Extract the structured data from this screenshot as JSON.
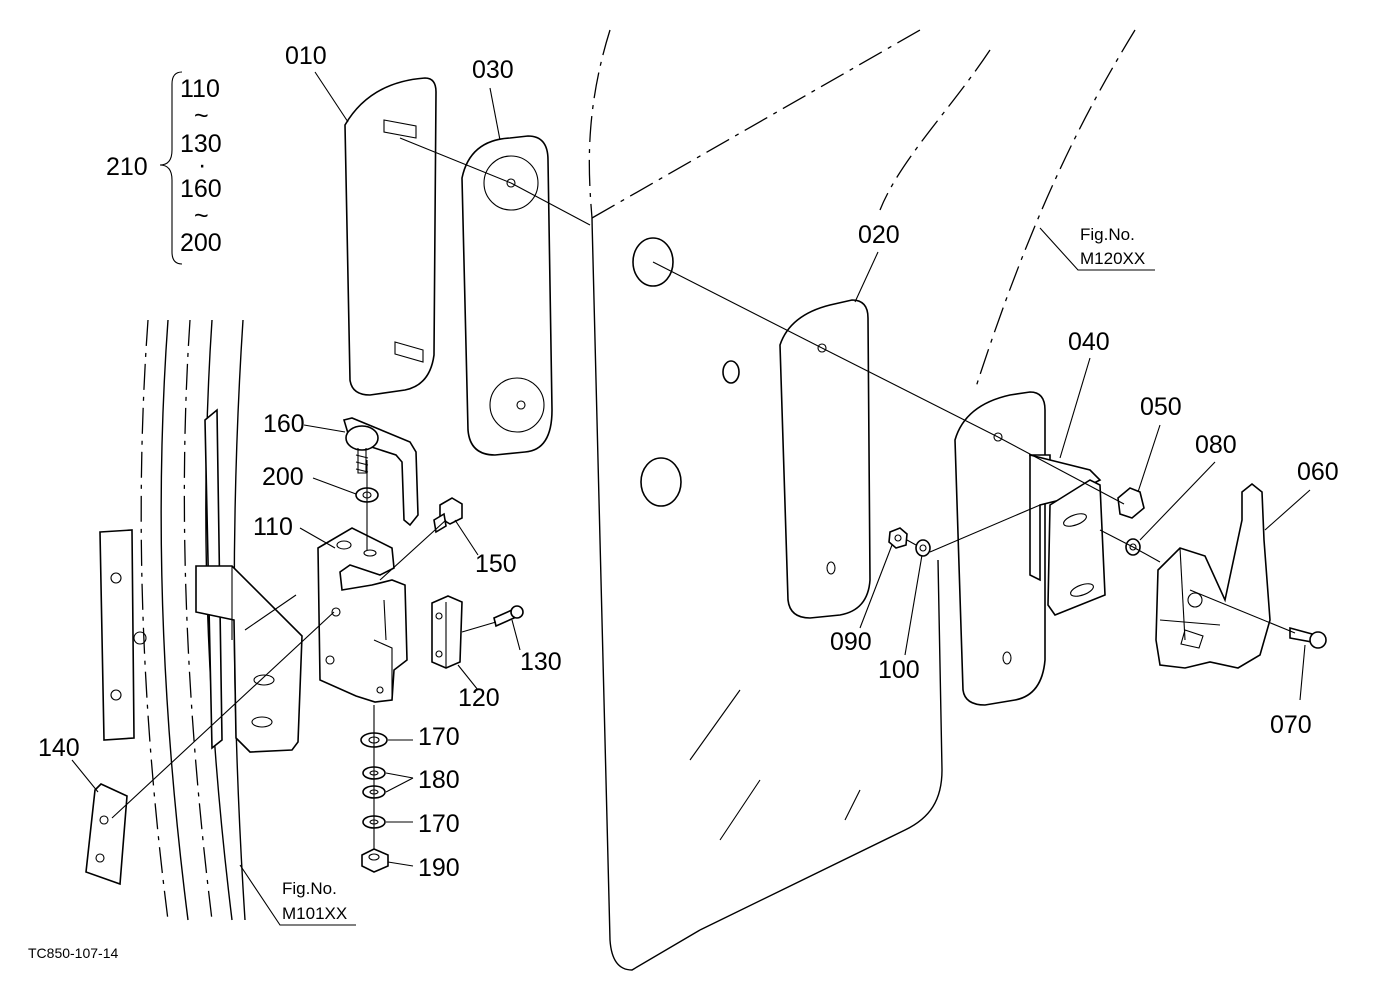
{
  "labels": {
    "p010": "010",
    "p020": "020",
    "p030": "030",
    "p040": "040",
    "p050": "050",
    "p060": "060",
    "p070": "070",
    "p080": "080",
    "p090": "090",
    "p100": "100",
    "p110": "110",
    "p120": "120",
    "p130": "130",
    "p140": "140",
    "p150": "150",
    "p160": "160",
    "p170a": "170",
    "p170b": "170",
    "p180": "180",
    "p190": "190",
    "p200": "200"
  },
  "set_group": {
    "number": "210",
    "items": [
      "110",
      "~",
      "130",
      "·",
      "160",
      "~",
      "200"
    ]
  },
  "refs": {
    "ref1": {
      "title": "Fig.No.",
      "code": "M120XX"
    },
    "ref2": {
      "title": "Fig.No.",
      "code": "M101XX"
    }
  },
  "drawing_code": "TC850-107-14"
}
